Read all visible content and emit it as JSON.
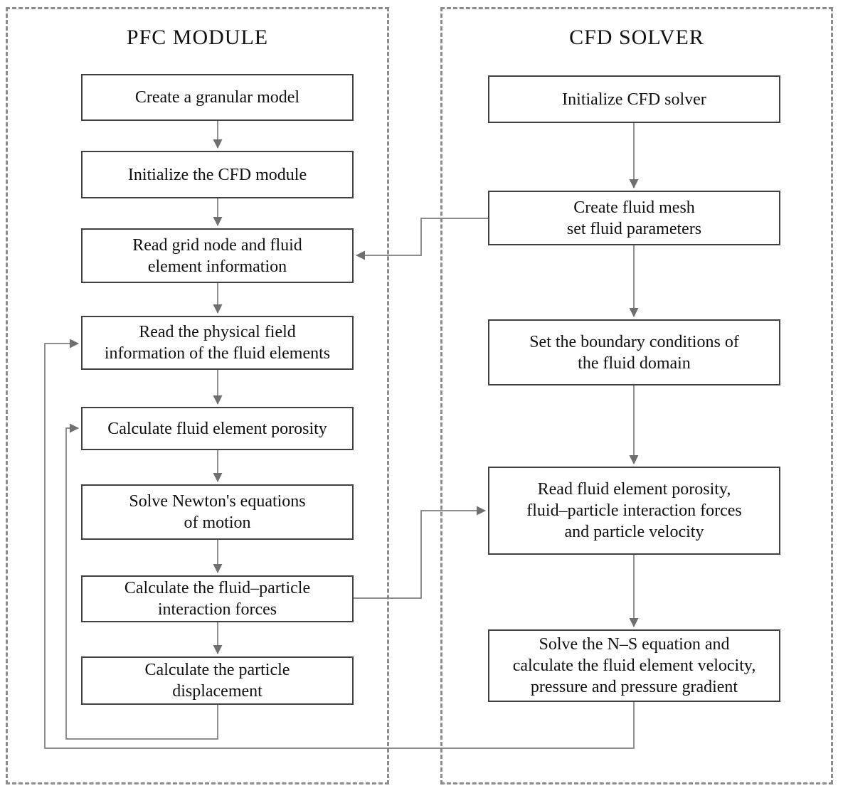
{
  "diagram": {
    "pfc": {
      "title": "PFC MODULE",
      "boxes": [
        {
          "id": "create-granular-model",
          "lines": [
            "Create a granular model"
          ]
        },
        {
          "id": "initialize-cfd-module",
          "lines": [
            "Initialize the CFD module"
          ]
        },
        {
          "id": "read-grid-node",
          "lines": [
            "Read grid node and fluid",
            "element information"
          ]
        },
        {
          "id": "read-physical-field",
          "lines": [
            "Read the physical field",
            "information of the fluid elements"
          ]
        },
        {
          "id": "calculate-porosity",
          "lines": [
            "Calculate fluid element porosity"
          ]
        },
        {
          "id": "solve-newton-equations",
          "lines": [
            "Solve Newton's equations",
            "of motion"
          ]
        },
        {
          "id": "calculate-interaction-forces",
          "lines": [
            "Calculate the fluid–particle",
            "interaction forces"
          ]
        },
        {
          "id": "calculate-particle-displacement",
          "lines": [
            "Calculate the particle",
            "displacement"
          ]
        }
      ]
    },
    "cfd": {
      "title": "CFD SOLVER",
      "boxes": [
        {
          "id": "initialize-cfd-solver",
          "lines": [
            "Initialize CFD solver"
          ]
        },
        {
          "id": "create-fluid-mesh",
          "lines": [
            "Create fluid mesh",
            "set fluid parameters"
          ]
        },
        {
          "id": "set-boundary-conditions",
          "lines": [
            "Set the boundary conditions of",
            "the fluid domain"
          ]
        },
        {
          "id": "read-porosity-forces-velocity",
          "lines": [
            "Read fluid element porosity,",
            "fluid–particle interaction forces",
            "and particle velocity"
          ]
        },
        {
          "id": "solve-ns-equation",
          "lines": [
            "Solve the N–S equation and",
            "calculate the fluid element velocity,",
            "pressure and pressure gradient"
          ]
        }
      ]
    },
    "colors": {
      "background": "#ffffff",
      "text": "#111111",
      "box_border": "#404040",
      "connector_line": "#7d7d7d",
      "arrowhead": "#6f6f6f",
      "dashed_border": "#8c8c8c"
    }
  }
}
